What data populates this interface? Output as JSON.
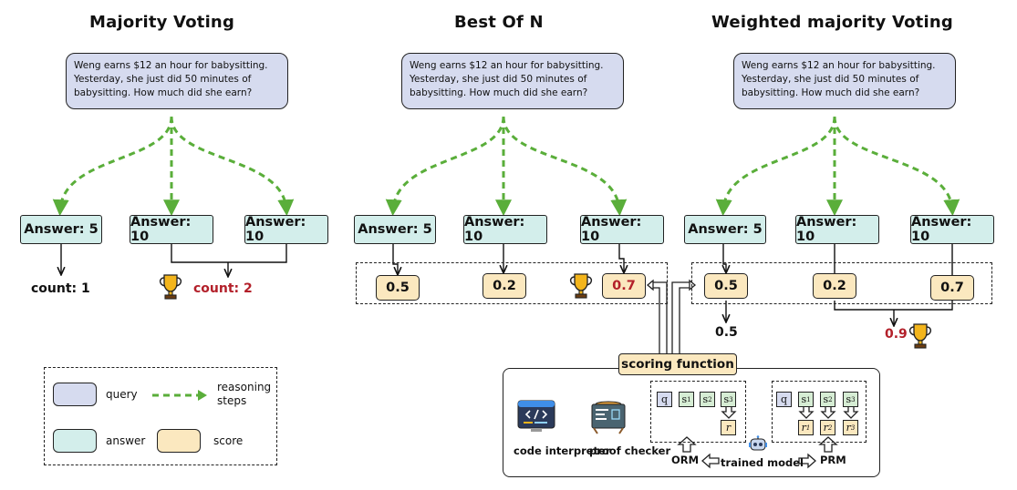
{
  "panels": {
    "majority": {
      "title": "Majority Voting",
      "query": "Weng earns $12 an hour for babysitting. Yesterday, she just did 50 minutes of babysitting. How much did she earn?",
      "answers": [
        "Answer: 5",
        "Answer: 10",
        "Answer: 10"
      ],
      "count1": "count: 1",
      "count2": "count: 2"
    },
    "bestofn": {
      "title": "Best Of N",
      "query": "Weng earns $12 an hour for babysitting. Yesterday, she just did 50 minutes of babysitting. How much did she earn?",
      "answers": [
        "Answer: 5",
        "Answer: 10",
        "Answer: 10"
      ],
      "scores": [
        "0.5",
        "0.2",
        "0.7"
      ]
    },
    "weighted": {
      "title": "Weighted majority Voting",
      "query": "Weng earns $12 an hour for babysitting. Yesterday, she just did 50 minutes of babysitting. How much did she earn?",
      "answers": [
        "Answer: 5",
        "Answer: 10",
        "Answer: 10"
      ],
      "scores": [
        "0.5",
        "0.2",
        "0.7"
      ],
      "result_low": "0.5",
      "result_high": "0.9"
    }
  },
  "legend": {
    "query": "query",
    "reasoning": "reasoning steps",
    "answer": "answer",
    "score": "score"
  },
  "scoring": {
    "label": "scoring function",
    "code": "code interpreter",
    "proof": "proof checker",
    "orm": "ORM",
    "prm": "PRM",
    "trained": "trained model",
    "tokens_q": "q",
    "tokens_s": [
      "s",
      "s",
      "s"
    ],
    "subs": [
      "1",
      "2",
      "3"
    ],
    "token_r": "r"
  },
  "colors": {
    "query_fill": "#d6dbef",
    "answer_fill": "#d3eeeb",
    "score_fill": "#fbe8bf",
    "arrow_green": "#5aae3a",
    "highlight_red": "#b3202a"
  }
}
